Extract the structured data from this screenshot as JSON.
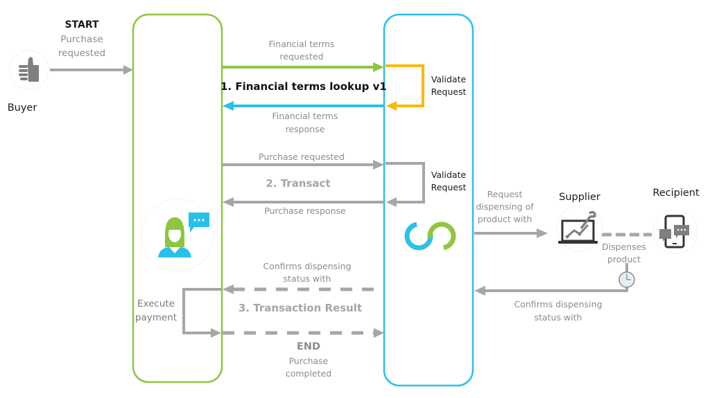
{
  "colors": {
    "buyer_lane": "#8dc63f",
    "system_lane": "#29c0ec",
    "validate_loop_active": "#fbb811",
    "request_arrow_active": "#8dc63f",
    "response_arrow_active": "#29c0ec",
    "arrow_gray": "#a6a6a6",
    "text_muted": "#8c8c8c",
    "text_dark": "#1a1a1a"
  },
  "start": {
    "title": "START",
    "line1": "Purchase",
    "line2": "requested"
  },
  "actors": {
    "buyer": {
      "label": "Buyer",
      "icon": "thumbs-up-icon"
    },
    "agent": {
      "icon": "woman-chat-icon"
    },
    "system": {
      "icon": "linked-rings-logo-icon"
    },
    "supplier": {
      "label": "Supplier",
      "icon": "laptop-wrench-icon"
    },
    "recipient": {
      "label": "Recipient",
      "icon": "mobile-chat-icon"
    }
  },
  "step1": {
    "title": "1. Financial terms lookup v1",
    "request_line1": "Financial terms",
    "request_line2": "requested",
    "response_line1": "Financial terms",
    "response_line2": "response",
    "validate_line1": "Validate",
    "validate_line2": "Request"
  },
  "step2": {
    "title": "2. Transact",
    "request": "Purchase requested",
    "response": "Purchase response",
    "validate_line1": "Validate",
    "validate_line2": "Request"
  },
  "dispense": {
    "request_line1": "Request",
    "request_line2": "dispensing of",
    "request_line3": "product with",
    "dispenses_line1": "Dispenses",
    "dispenses_line2": "product",
    "confirm_line1": "Confirms dispensing",
    "confirm_line2": "status with"
  },
  "step3": {
    "title": "3. Transaction Result",
    "confirm_line1": "Confirms dispensing",
    "confirm_line2": "status with",
    "execute_line1": "Execute",
    "execute_line2": "payment",
    "end_title": "END",
    "end_line1": "Purchase",
    "end_line2": "completed"
  }
}
